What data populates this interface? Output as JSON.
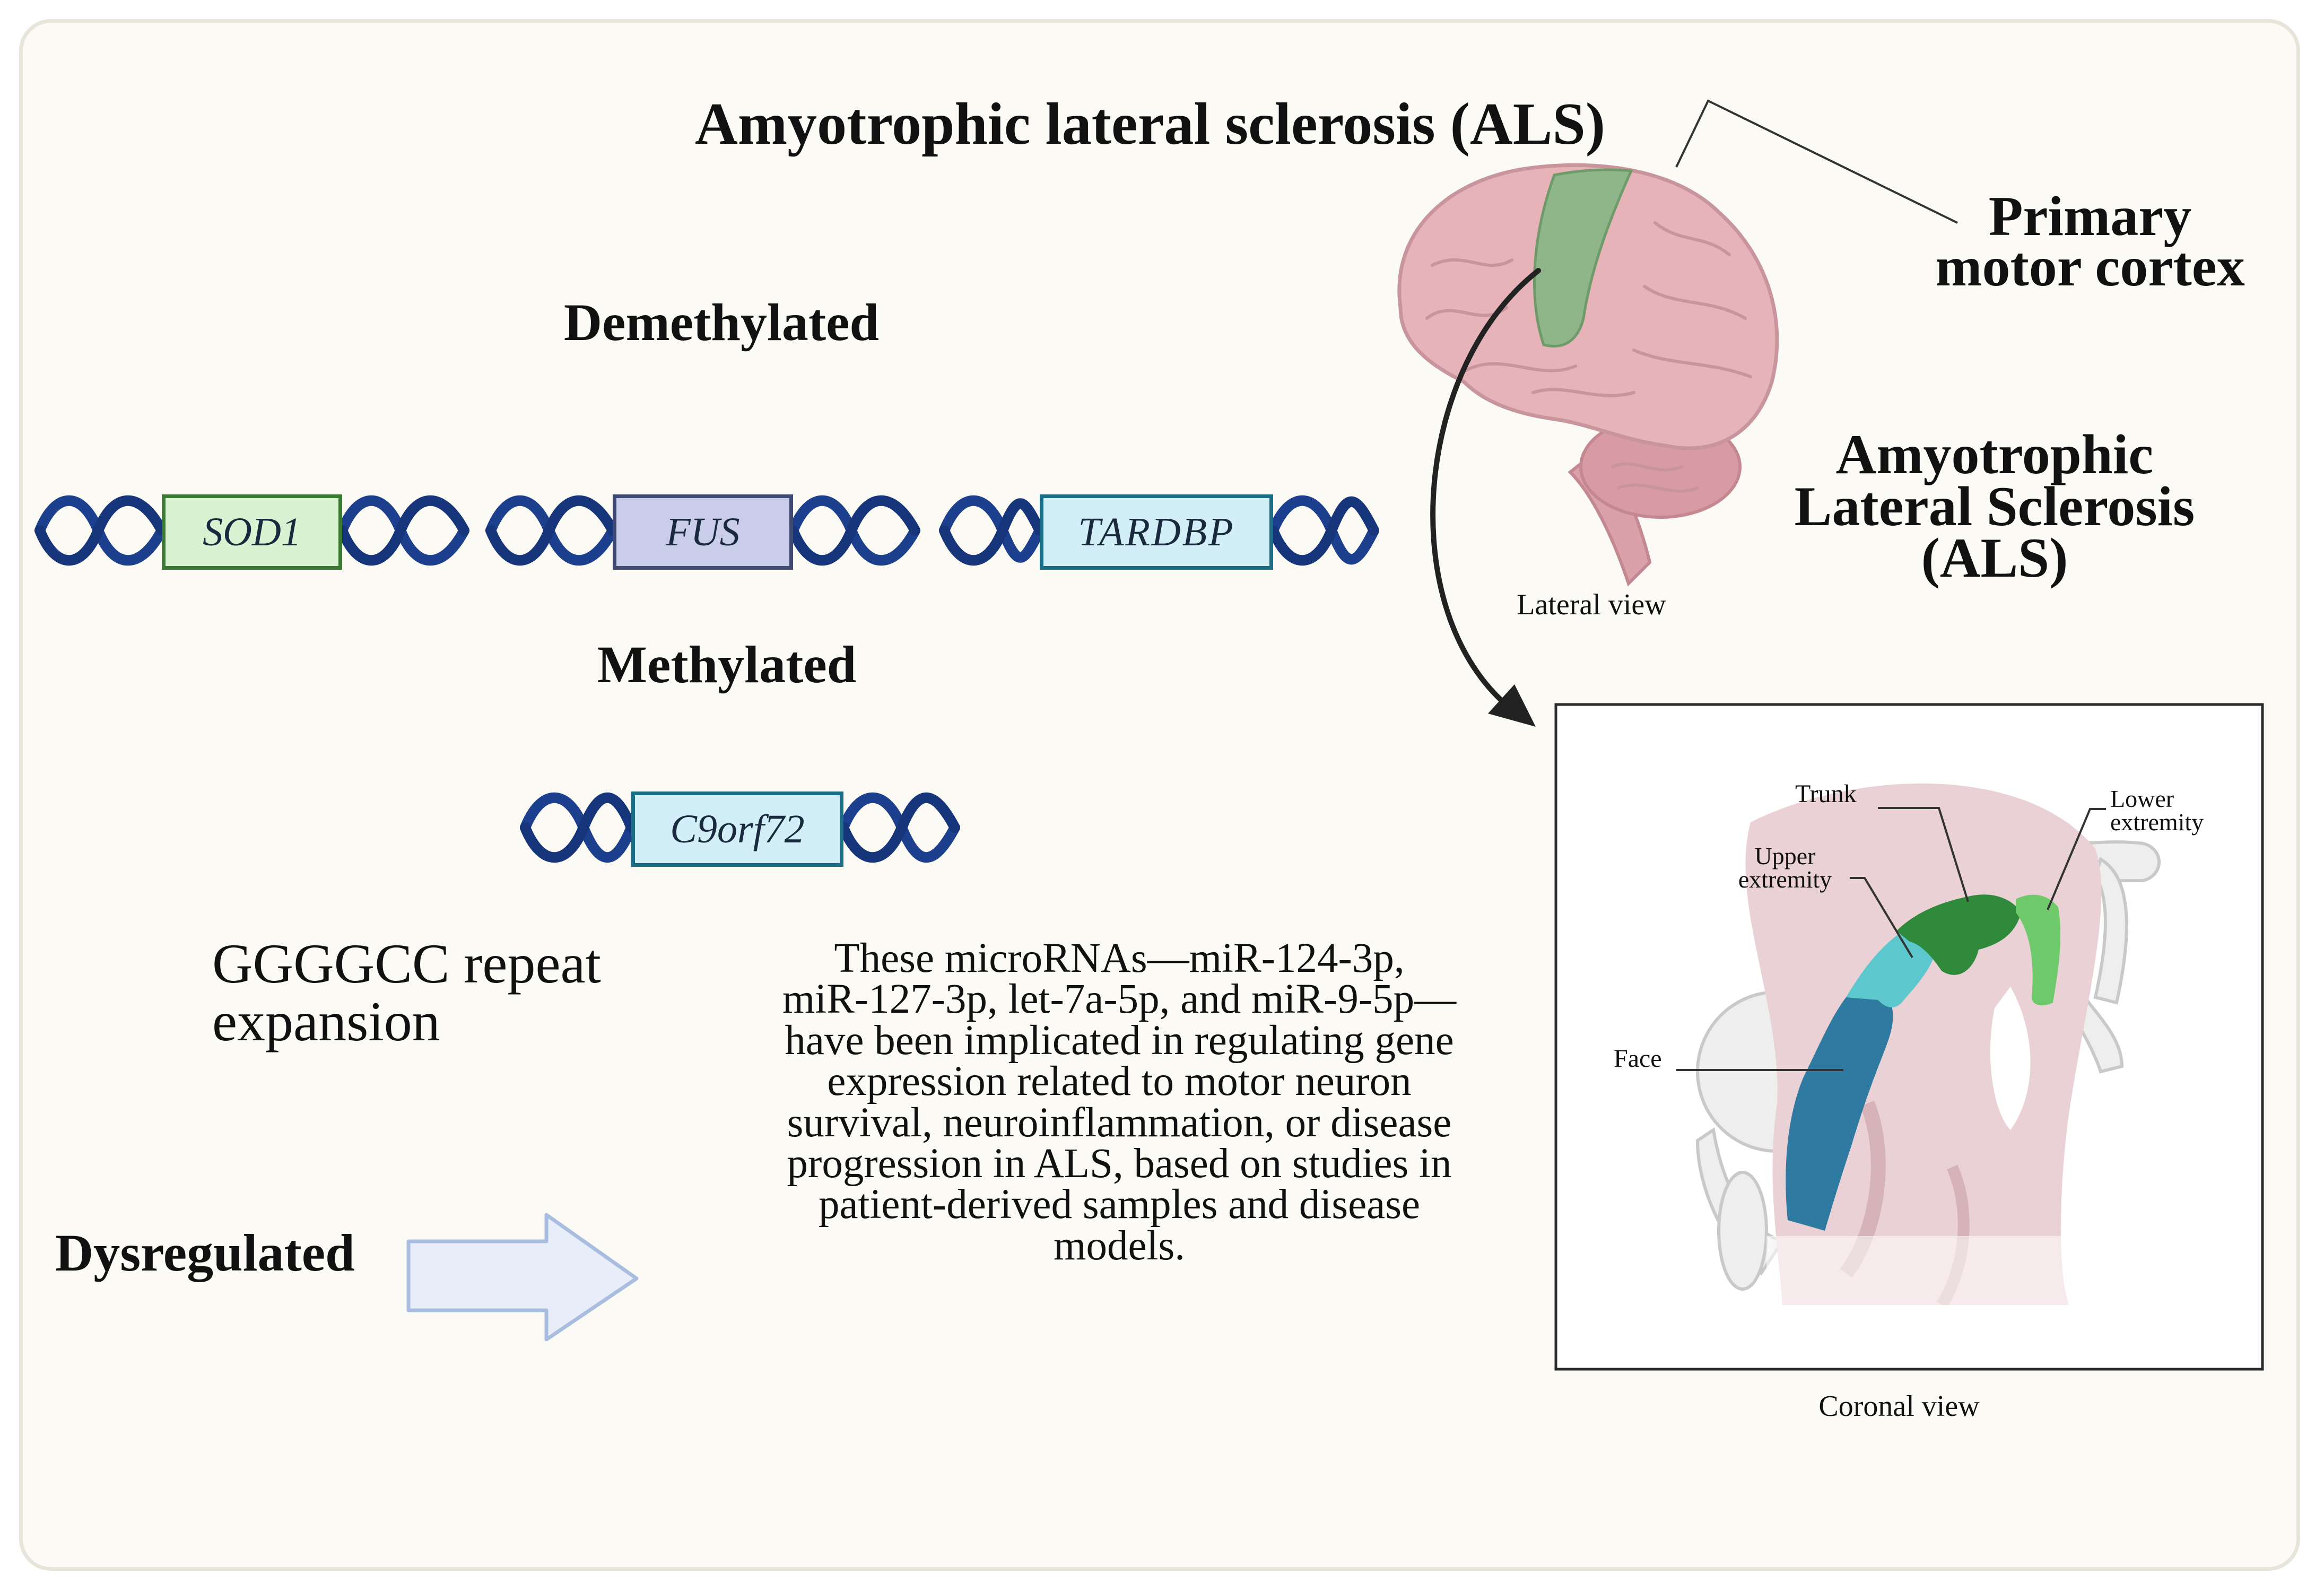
{
  "title": "Amyotrophic lateral sclerosis (ALS)",
  "labels": {
    "primary_motor_cortex": [
      "Primary",
      "motor cortex"
    ],
    "als_block": [
      "Amyotrophic",
      "Lateral Sclerosis",
      "(ALS)"
    ],
    "lateral_view": "Lateral view",
    "coronal_view": "Coronal view",
    "demethylated": "Demethylated",
    "methylated": "Methylated",
    "repeat": [
      "GGGGCC repeat",
      "expansion"
    ],
    "dysregulated": "Dysregulated"
  },
  "genes": {
    "demethylated": [
      "SOD1",
      "FUS",
      "TARDBP"
    ],
    "methylated": [
      "C9orf72"
    ]
  },
  "mirna_text": [
    "These microRNAs—miR-124-3p,",
    "miR-127-3p, let-7a-5p, and miR-9-5p—",
    "have been implicated in regulating gene",
    "expression related to motor neuron",
    "survival, neuroinflammation, or disease",
    "progression in ALS, based on studies in",
    "patient-derived samples and disease",
    "models."
  ],
  "homunculus": {
    "trunk": "Trunk",
    "upper": [
      "Upper",
      "extremity"
    ],
    "lower": [
      "Lower",
      "extremity"
    ],
    "face": "Face"
  },
  "colors": {
    "dna": "#1c3f8e",
    "sod1_box": "#d9f2d2",
    "fus_box": "#c9cde9",
    "tardbp_box": "#d2eef7",
    "c9orf72_box": "#d2eef7",
    "motor_strip": "#8fb58a",
    "brain": "#e2aeb3",
    "face_region": "#2f7aa0",
    "upper_region": "#5cc7cc",
    "trunk_region": "#2f8a3c",
    "lower_region": "#6ec96a"
  }
}
